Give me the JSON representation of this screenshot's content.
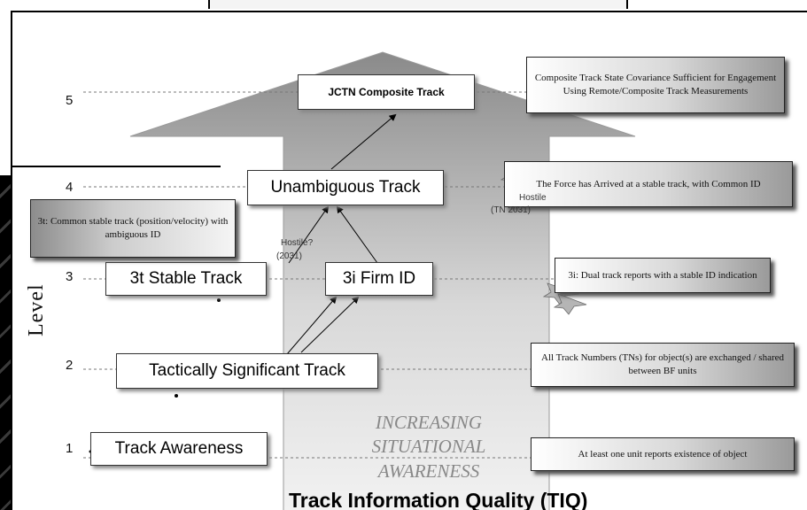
{
  "y_axis_label": "Level",
  "levels": [
    "5",
    "4",
    "3",
    "2",
    "1"
  ],
  "track_boxes": {
    "jctn": "JCTN Composite Track",
    "unambiguous": "Unambiguous Track",
    "stable": "3t Stable Track",
    "firm_id": "3i Firm ID",
    "tactically": "Tactically Significant Track",
    "awareness": "Track Awareness"
  },
  "descriptions": {
    "level5": "Composite Track State Covariance Sufficient for Engagement Using Remote/Composite Track Measurements",
    "level4": "The Force has Arrived at a stable track, with Common ID",
    "level3_left": "3t: Common stable track (position/velocity) with ambiguous ID",
    "level3_right": "3i: Dual track reports with a stable ID indication",
    "level2": "All Track Numbers (TNs) for object(s) are exchanged / shared between BF units",
    "level1": "At least one unit reports existence of object"
  },
  "small_labels": {
    "hostile_right": "Hostile",
    "tn_right": "(TN 2031)",
    "hostile_left": "Hostile?",
    "tn_left": "(2031)"
  },
  "increasing_text": [
    "INCREASING",
    "SITUATIONAL",
    "AWARENESS"
  ],
  "title": "Track Information Quality (TIQ)",
  "colors": {
    "arrow_light": "#f2f2f2",
    "arrow_dark": "#8a8a8a",
    "line": "#000000"
  }
}
